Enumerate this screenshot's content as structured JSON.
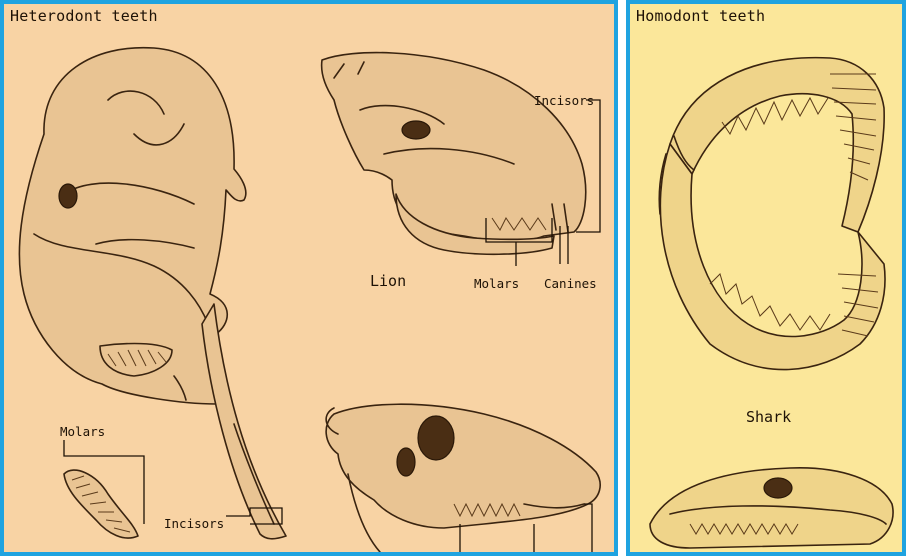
{
  "panels": {
    "heterodont": {
      "title": "Heterodont teeth",
      "labels": {
        "incisors_lion": "Incisors",
        "lion": "Lion",
        "molars_lion": "Molars",
        "canines_lion": "Canines",
        "molars_elephant": "Molars",
        "incisors_elephant": "Incisors"
      }
    },
    "homodont": {
      "title": "Homodont teeth",
      "labels": {
        "shark": "Shark"
      }
    }
  },
  "colors": {
    "border": "#1fa3e0",
    "left_bg": "#f8d3a4",
    "right_bg": "#fbe79a",
    "ink": "#1e1206"
  }
}
